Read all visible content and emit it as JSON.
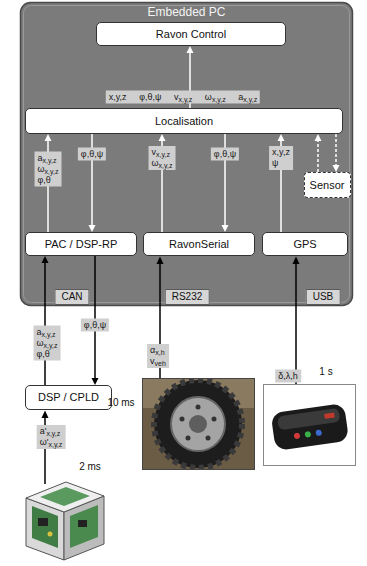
{
  "diagram": {
    "nodes": [
      {
        "text": [
          "Embedded PC"
        ]
      },
      {
        "text": [
          "Ravon Control"
        ],
        "in": 0
      },
      {
        "text": [
          "Localisation"
        ],
        "in": 0
      },
      {
        "text": [
          "PAC / DSP-RP"
        ],
        "in": 0
      },
      {
        "text": [
          "RavonSerial"
        ],
        "in": 0
      },
      {
        "text": [
          "GPS"
        ],
        "in": 0
      },
      {
        "text": [
          "Sensor"
        ],
        "in": 0
      },
      {
        "text": [
          "DSP / CPLD"
        ]
      }
    ],
    "edges": [
      {
        "from": 2,
        "to": 1,
        "arrow": "to",
        "label": "x,y,z φ,θ,ψ vx,y,z ωx,y,z ax,y,z"
      },
      {
        "from": 3,
        "to": 2,
        "arrow": "to",
        "label": "ax,y,z ωx,y,z φ,θ"
      },
      {
        "from": 2,
        "to": 3,
        "arrow": "to",
        "label": "φ,θ,ψ"
      },
      {
        "from": 4,
        "to": 2,
        "arrow": "to",
        "label": "vx,y,z ωx,y,z"
      },
      {
        "from": 2,
        "to": 4,
        "arrow": "to",
        "label": "φ,θ,ψ"
      },
      {
        "from": 5,
        "to": 2,
        "arrow": "to",
        "label": "x,y,z ψ"
      },
      {
        "from": 6,
        "to": 2,
        "arrow": "to"
      },
      {
        "from": 2,
        "to": 6,
        "arrow": "to"
      },
      {
        "from": 7,
        "to": 3,
        "arrow": "to",
        "label": "ax,y,z ωx,y,z φ,θ"
      },
      {
        "from": 3,
        "to": 7,
        "arrow": "to",
        "label": "φ,θ,ψ"
      }
    ],
    "labels": [
      "CAN",
      "RS232",
      "USB",
      "a'x,y,z ω'x,y,z",
      "2 ms",
      "αx,h vveh",
      "10 ms",
      "δ,λ,h",
      "1 s"
    ]
  }
}
